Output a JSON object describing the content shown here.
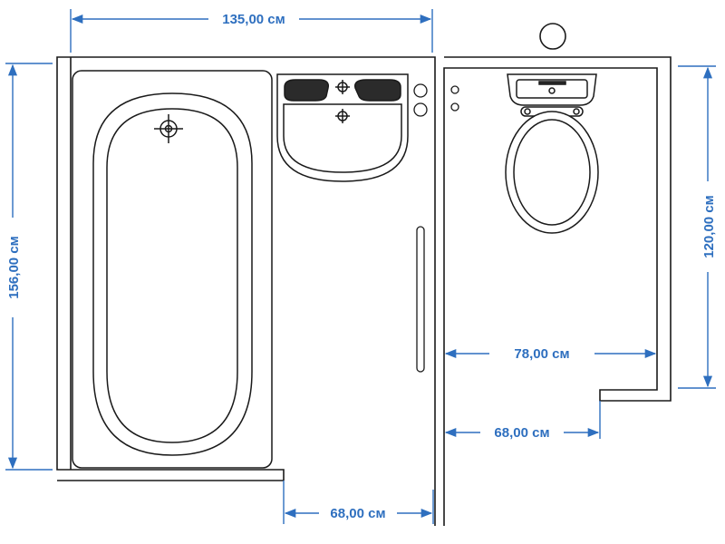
{
  "colors": {
    "dimension": "#2e6fbf",
    "line": "#1a1a1a",
    "fixture_fill": "#ffffff",
    "dark_detail": "#2b2b2b"
  },
  "dimensions": {
    "top_width": "135,00 см",
    "left_height": "156,00 см",
    "right_height": "120,00 см",
    "toilet_room_width": "78,00 см",
    "toilet_door_opening": "68,00 см",
    "bath_door_opening": "68,00 см"
  },
  "fixtures": {
    "bathtub_icon": "bathtub-icon",
    "washbasin_icon": "washbasin-icon",
    "toilet_icon": "toilet-icon",
    "riser_pipe_icon": "riser-pipe-icon"
  }
}
